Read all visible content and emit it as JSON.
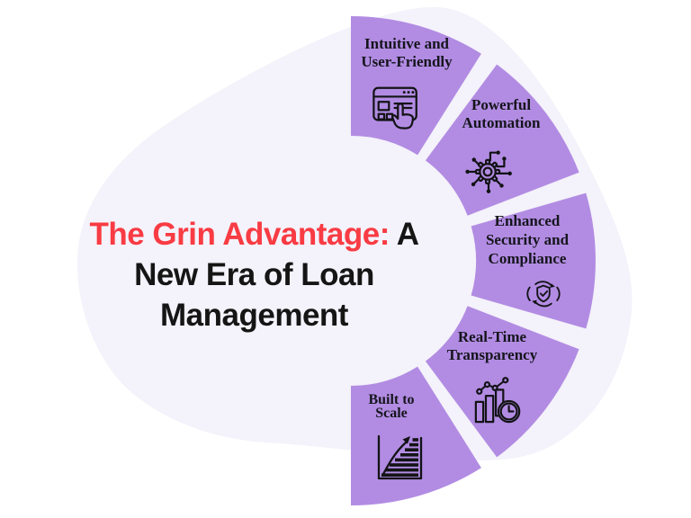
{
  "title": {
    "highlight_text": "The Grin Advantage:",
    "after_highlight": " A",
    "line2": "New Era of Loan",
    "line3": "Management"
  },
  "fan": {
    "segments": [
      {
        "id": "intuitive",
        "lines": [
          "Intuitive and",
          "User-Friendly"
        ],
        "icon": "browser-pointer-icon"
      },
      {
        "id": "automation",
        "lines": [
          "Powerful",
          "Automation"
        ],
        "icon": "gear-circuit-icon"
      },
      {
        "id": "security",
        "lines": [
          "Enhanced",
          "Security and",
          "Compliance"
        ],
        "icon": "shield-check-cycle-icon"
      },
      {
        "id": "transparency",
        "lines": [
          "Real-Time",
          "Transparency"
        ],
        "icon": "bar-chart-clock-icon"
      },
      {
        "id": "scale",
        "lines": [
          "Built to",
          "Scale"
        ],
        "icon": "growth-stairs-icon"
      }
    ]
  },
  "colors": {
    "background": "#ffffff",
    "blob": "#f4f2fa",
    "segment": "#b28ce3",
    "label_ink": "#15151c",
    "title_ink": "#151515",
    "highlight": "#f93b43",
    "icon_ink": "#131316"
  }
}
